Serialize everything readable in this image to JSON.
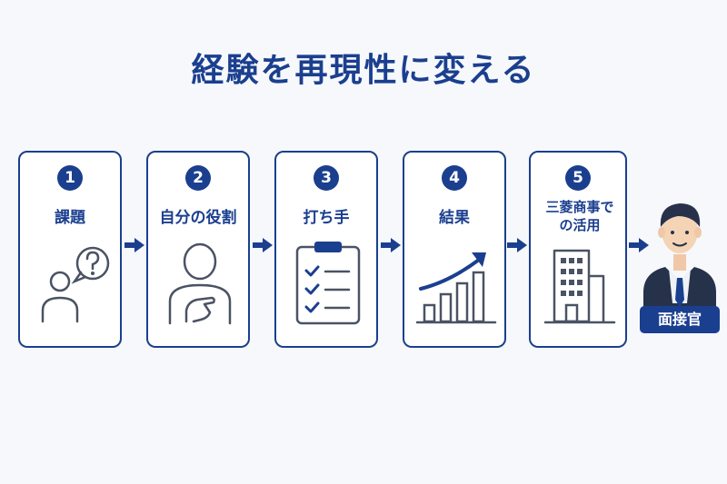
{
  "title": "経験を再現性に変える",
  "steps": [
    {
      "number": "1",
      "label": "課題",
      "icon": "person-question-icon"
    },
    {
      "number": "2",
      "label": "自分の役割",
      "icon": "person-hand-on-chest-icon"
    },
    {
      "number": "3",
      "label": "打ち手",
      "icon": "clipboard-checklist-icon"
    },
    {
      "number": "4",
      "label": "結果",
      "icon": "rising-bar-chart-icon"
    },
    {
      "number": "5",
      "label": "三菱商事での活用",
      "icon": "office-building-icon"
    }
  ],
  "interviewer": {
    "label": "面接官",
    "icon": "businessman-icon"
  },
  "colors": {
    "primary": "#1b3f8f",
    "icon_stroke": "#4a5364",
    "background": "#f6f8fb"
  }
}
